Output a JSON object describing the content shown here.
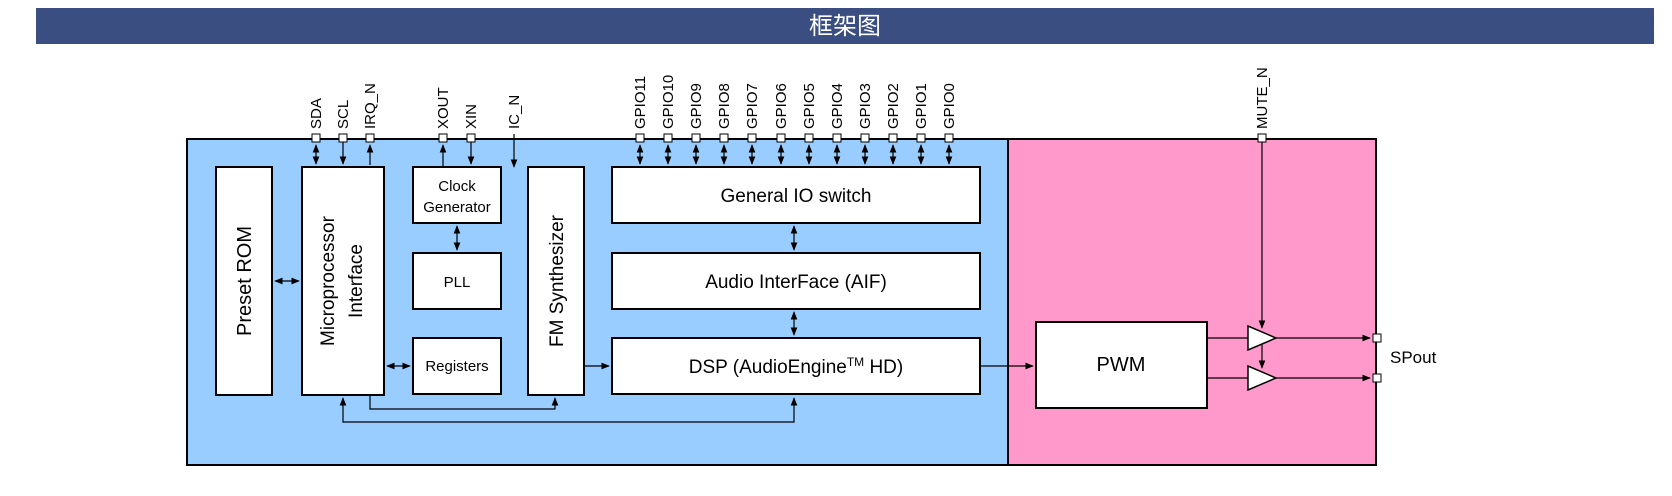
{
  "title": "框架图",
  "colors": {
    "title_bg": "#3a4e82",
    "left_region": "#99ccff",
    "right_region": "#ff99cc"
  },
  "pins": {
    "sda": "SDA",
    "scl": "SCL",
    "irq_n": "IRQ_N",
    "xout": "XOUT",
    "xin": "XIN",
    "ic_n": "IC_N",
    "gpio11": "GPIO11",
    "gpio10": "GPIO10",
    "gpio9": "GPIO9",
    "gpio8": "GPIO8",
    "gpio7": "GPIO7",
    "gpio6": "GPIO6",
    "gpio5": "GPIO5",
    "gpio4": "GPIO4",
    "gpio3": "GPIO3",
    "gpio2": "GPIO2",
    "gpio1": "GPIO1",
    "gpio0": "GPIO0",
    "mute_n": "MUTE_N",
    "spout": "SPout"
  },
  "blocks": {
    "preset_rom": "Preset ROM",
    "micro_line1": "Microprocessor",
    "micro_line2": "Interface",
    "clock_line1": "Clock",
    "clock_line2": "Generator",
    "pll": "PLL",
    "registers": "Registers",
    "fm_synth": "FM Synthesizer",
    "gio_switch": "General IO switch",
    "aif": "Audio InterFace (AIF)",
    "dsp_prefix": "DSP (AudioEngine",
    "dsp_tm": "TM",
    "dsp_suffix": " HD)",
    "pwm": "PWM"
  }
}
